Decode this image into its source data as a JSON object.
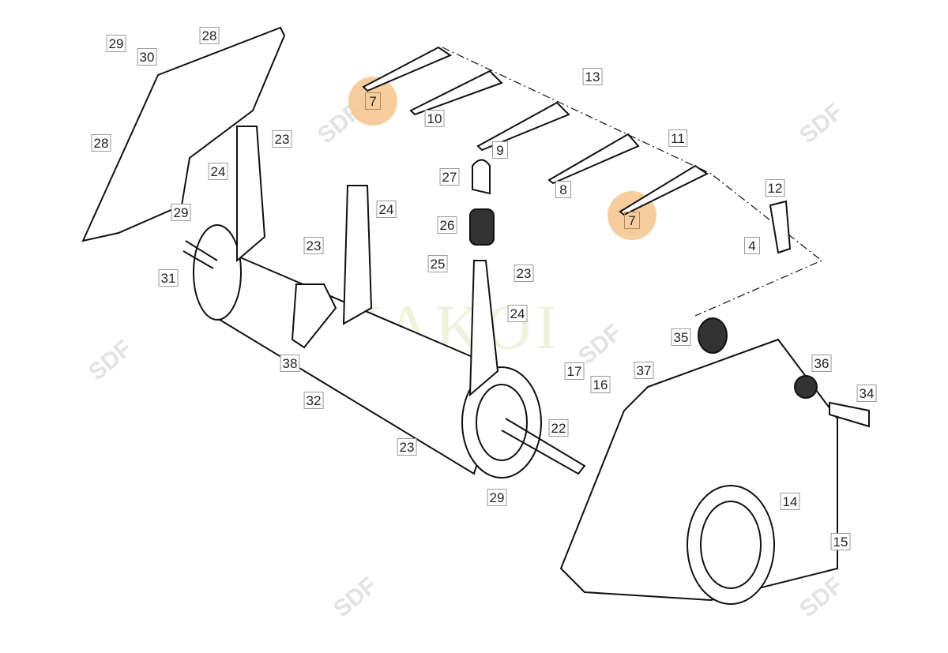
{
  "watermark": {
    "brand": "SDF",
    "center": "JAKOI"
  },
  "highlight_color": "#f7c48c",
  "labels": [
    "29",
    "30",
    "28",
    "28",
    "7",
    "10",
    "13",
    "9",
    "11",
    "8",
    "12",
    "7",
    "4",
    "23",
    "24",
    "29",
    "24",
    "27",
    "26",
    "23",
    "25",
    "23",
    "31",
    "24",
    "35",
    "38",
    "37",
    "17",
    "16",
    "36",
    "34",
    "32",
    "22",
    "23",
    "29",
    "14",
    "15"
  ]
}
